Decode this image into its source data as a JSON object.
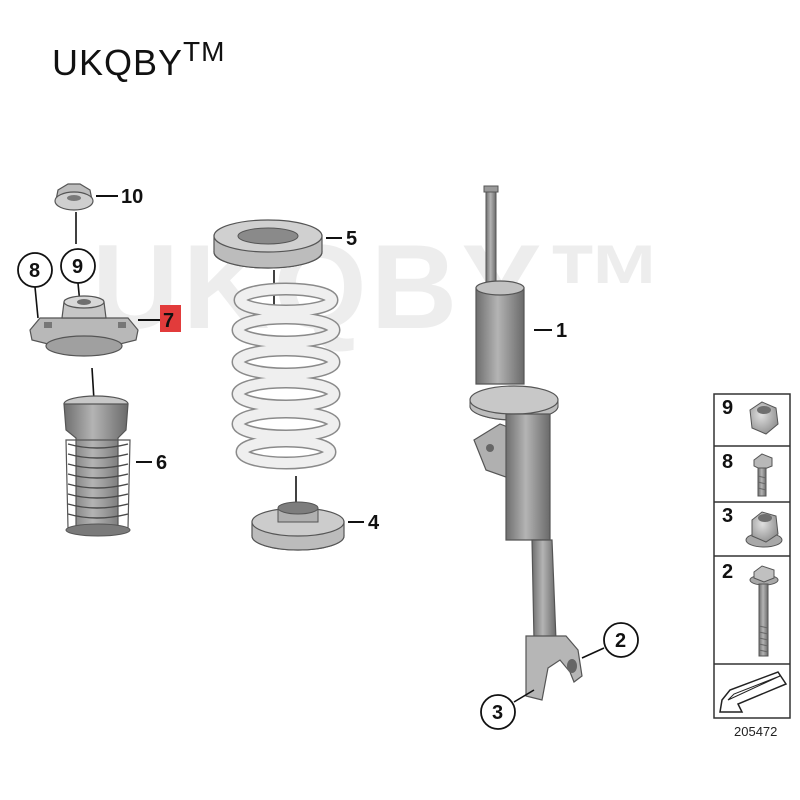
{
  "brand": {
    "name": "UKQBY",
    "mark": "TM",
    "watermark": "UKQBY™"
  },
  "callouts": {
    "p1": "1",
    "p2": "2",
    "p3": "3",
    "p4": "4",
    "p5": "5",
    "p6": "6",
    "p7": "7",
    "p8": "8",
    "p9": "9",
    "p10": "10"
  },
  "legend": {
    "items": [
      {
        "num": "9",
        "icon": "nut-icon"
      },
      {
        "num": "8",
        "icon": "short-bolt-icon"
      },
      {
        "num": "3",
        "icon": "flange-nut-icon"
      },
      {
        "num": "2",
        "icon": "long-bolt-icon"
      }
    ],
    "arrow_icon": "direction-arrow-icon"
  },
  "reference_number": "205472",
  "colors": {
    "highlight": "#e23b3b",
    "part_gray": "#8a8a8a",
    "spring": "#eeeeee"
  }
}
